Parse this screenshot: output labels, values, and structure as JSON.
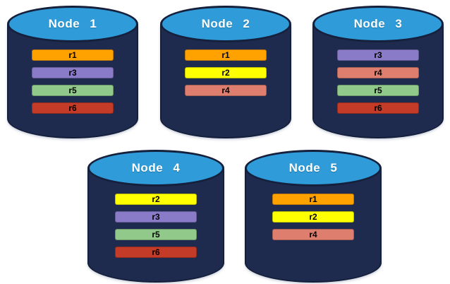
{
  "colors": {
    "cylinder_body": "#1F2B4E",
    "cylinder_border": "#15203C",
    "cylinder_top": "#2F9CD9",
    "title_text": "#FFFFFF",
    "bar_text": "#000000",
    "background": "#FFFFFF"
  },
  "replica_colors": {
    "r1": "#FFA200",
    "r2": "#FFFF00",
    "r3": "#8A7BC8",
    "r4": "#DD7E6E",
    "r5": "#90C98A",
    "r6": "#C43B27"
  },
  "nodes": [
    {
      "title": "Node 1",
      "replicas": [
        "r1",
        "r3",
        "r5",
        "r6"
      ]
    },
    {
      "title": "Node 2",
      "replicas": [
        "r1",
        "r2",
        "r4"
      ]
    },
    {
      "title": "Node 3",
      "replicas": [
        "r3",
        "r4",
        "r5",
        "r6"
      ]
    },
    {
      "title": "Node 4",
      "replicas": [
        "r2",
        "r3",
        "r5",
        "r6"
      ]
    },
    {
      "title": "Node 5",
      "replicas": [
        "r1",
        "r2",
        "r4"
      ]
    }
  ]
}
